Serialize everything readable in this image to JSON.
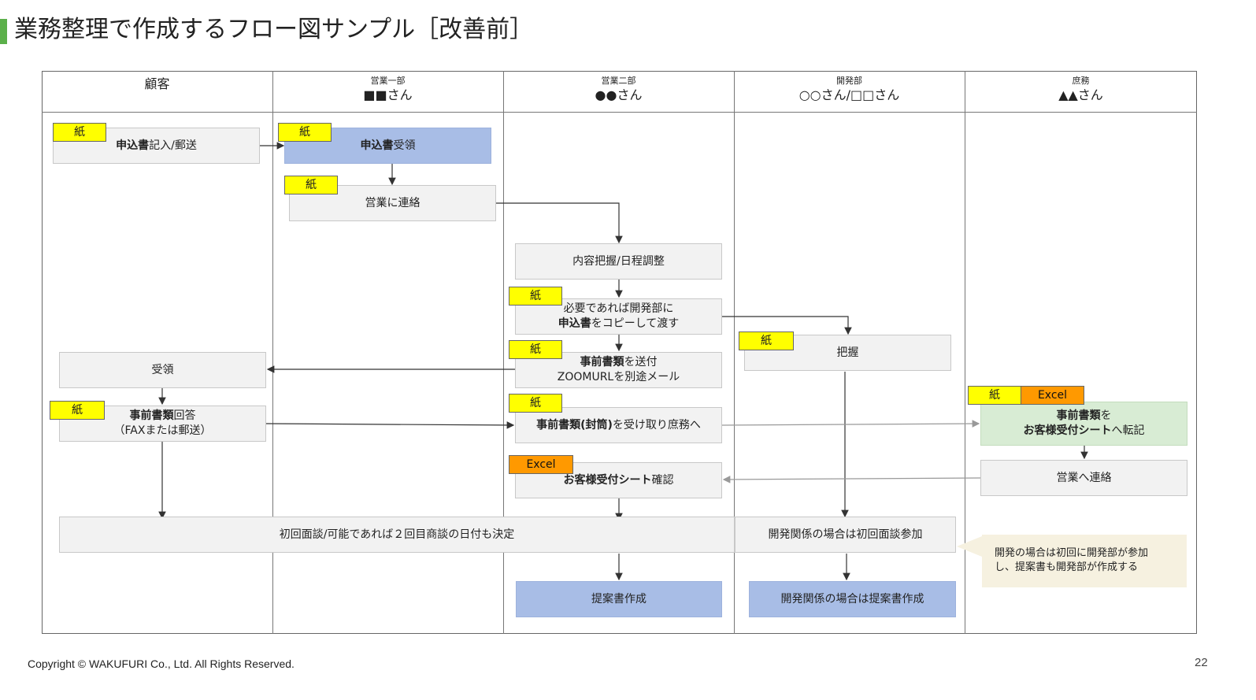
{
  "title": "業務整理で作成するフロー図サンプル［改善前］",
  "lanes": [
    {
      "sub": "",
      "name": "顧客"
    },
    {
      "sub": "営業一部",
      "name": "■■さん"
    },
    {
      "sub": "営業二部",
      "name": "●●さん"
    },
    {
      "sub": "開発部",
      "name": "○○さん/□□さん"
    },
    {
      "sub": "庶務",
      "name": "▲▲さん"
    }
  ],
  "tags": {
    "paper": "紙",
    "excel": "Excel"
  },
  "boxes": {
    "b1": {
      "bold": "申込書",
      "rest": "記入/郵送"
    },
    "b2": {
      "bold": "申込書",
      "rest": "受領"
    },
    "b3": {
      "text": "営業に連絡"
    },
    "b4": {
      "text": "内容把握/日程調整"
    },
    "b5": {
      "line1": "必要であれば開発部に",
      "bold": "申込書",
      "rest": "をコピーして渡す"
    },
    "b6": {
      "bold": "事前書類",
      "rest": "を送付",
      "line2": "ZOOMURLを別途メール"
    },
    "b7": {
      "text": "把握"
    },
    "b8": {
      "text": "受領"
    },
    "b9": {
      "bold": "事前書類",
      "rest": "回答",
      "line2": "（FAXまたは郵送）"
    },
    "b10": {
      "bold": "事前書類(封筒)",
      "rest": "を受け取り庶務へ"
    },
    "b11": {
      "bold1": "事前書類",
      "rest1": "を",
      "bold2": "お客様受付シート",
      "rest2": "へ転記"
    },
    "b12": {
      "bold": "お客様受付シート",
      "rest": "確認"
    },
    "b13": {
      "text": "営業へ連絡"
    },
    "b14": {
      "text": "初回面談/可能であれば２回目商談の日付も決定"
    },
    "b15": {
      "text": "開発関係の場合は初回面談参加"
    },
    "b16": {
      "text": "提案書作成"
    },
    "b17": {
      "text": "開発関係の場合は提案書作成"
    }
  },
  "note": {
    "line1": "開発の場合は初回に開発部が参加",
    "line2": "し、提案書も開発部が作成する"
  },
  "footer": "Copyright © WAKUFURI Co., Ltd. All Rights Reserved.",
  "page_number": "22"
}
